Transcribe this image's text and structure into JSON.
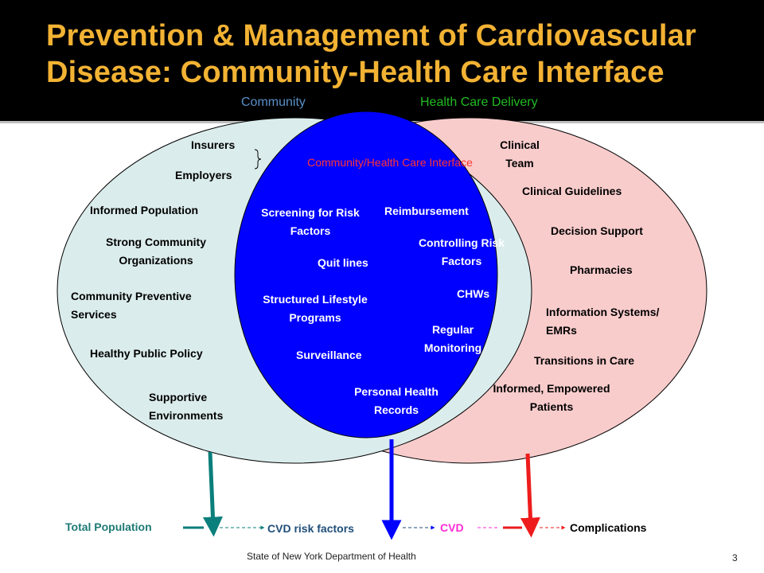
{
  "title": "Prevention & Management of Cardiovascular Disease: Community-Health Care Interface",
  "labels": {
    "community": "Community",
    "health_care_delivery": "Health Care Delivery",
    "interface": "Community/Health Care Interface"
  },
  "community_items": [
    "Insurers",
    "Employers",
    "Informed Population",
    "Strong Community Organizations",
    "Community Preventive Services",
    "Healthy Public Policy",
    "Supportive Environments"
  ],
  "interface_items": [
    "Screening for Risk Factors",
    "Reimbursement",
    "Controlling Risk Factors",
    "Quit lines",
    "CHWs",
    "Structured Lifestyle Programs",
    "Regular Monitoring",
    "Surveillance",
    "Personal Health Records"
  ],
  "health_care_items": [
    "Clinical Team",
    "Clinical Guidelines",
    "Decision Support",
    "Pharmacies",
    "Information Systems/ EMRs",
    "Transitions in Care",
    "Informed, Empowered Patients"
  ],
  "continuum": {
    "total_population": "Total Population",
    "cvd_risk_factors": "CVD risk factors",
    "cvd": "CVD",
    "complications": "Complications"
  },
  "footer": {
    "source": "State of New York Department of Health",
    "page_number": "3"
  },
  "colors": {
    "title": "#f2b233",
    "title_bar": "#000000",
    "community_circle": "#dbecec",
    "health_care_circle": "#f9cccc",
    "interface_circle": "#0000ff",
    "community_label": "#5b8fc7",
    "health_care_label": "#22bb22",
    "interface_label": "#ff3333",
    "arrow_community": "#0b7f7b",
    "arrow_interface": "#0000ff",
    "arrow_health_care": "#ee1c1c",
    "total_population": "#1f7a76",
    "cvd_risk_factors": "#1f4e79",
    "cvd": "#ff2bd5",
    "complications": "#000000"
  }
}
